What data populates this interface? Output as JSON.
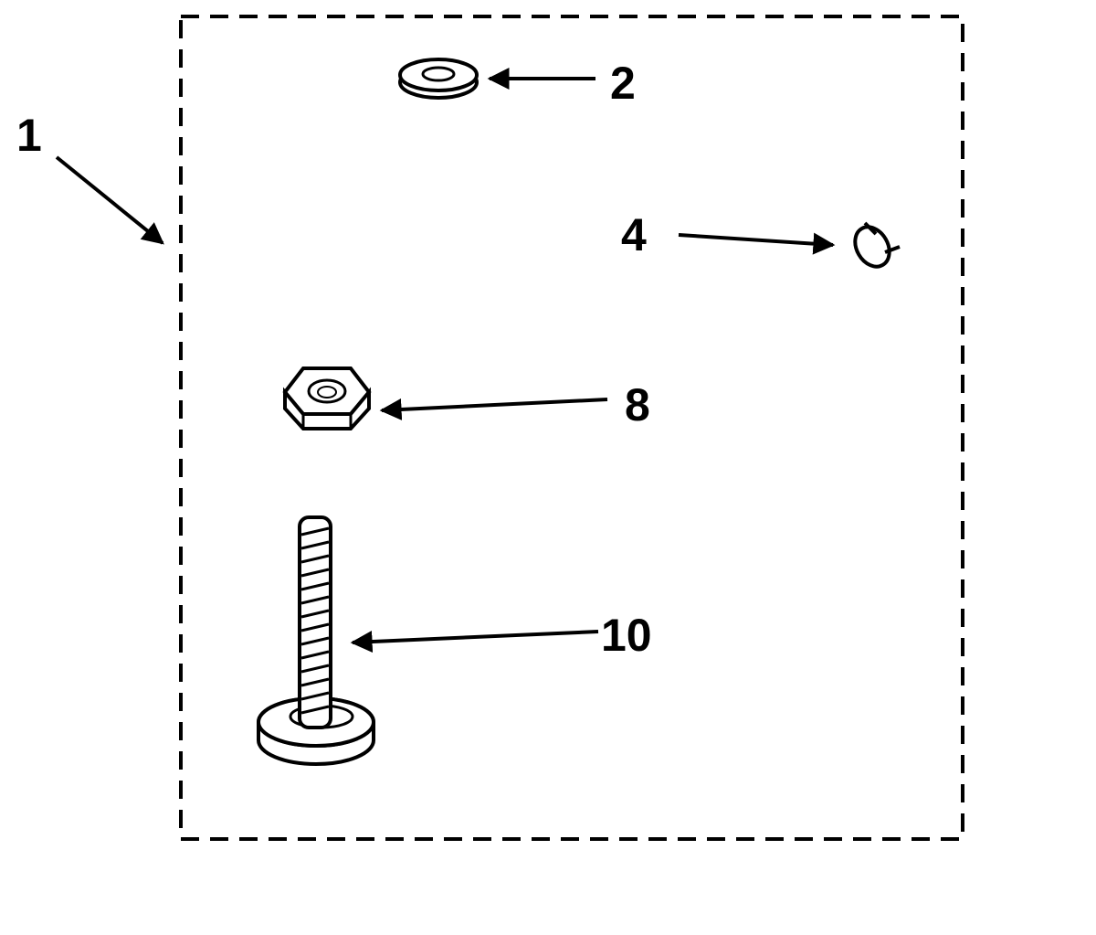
{
  "diagram": {
    "colors": {
      "ink": "#000000",
      "paper": "#ffffff"
    },
    "callouts": {
      "kit": "1",
      "washer": "2",
      "clip": "4",
      "nut": "8",
      "screw": "10"
    },
    "parts": [
      {
        "callout": "2",
        "icon": "flat-washer-icon"
      },
      {
        "callout": "4",
        "icon": "retaining-clip-icon"
      },
      {
        "callout": "8",
        "icon": "hex-nut-icon"
      },
      {
        "callout": "10",
        "icon": "flange-screw-icon"
      }
    ]
  }
}
